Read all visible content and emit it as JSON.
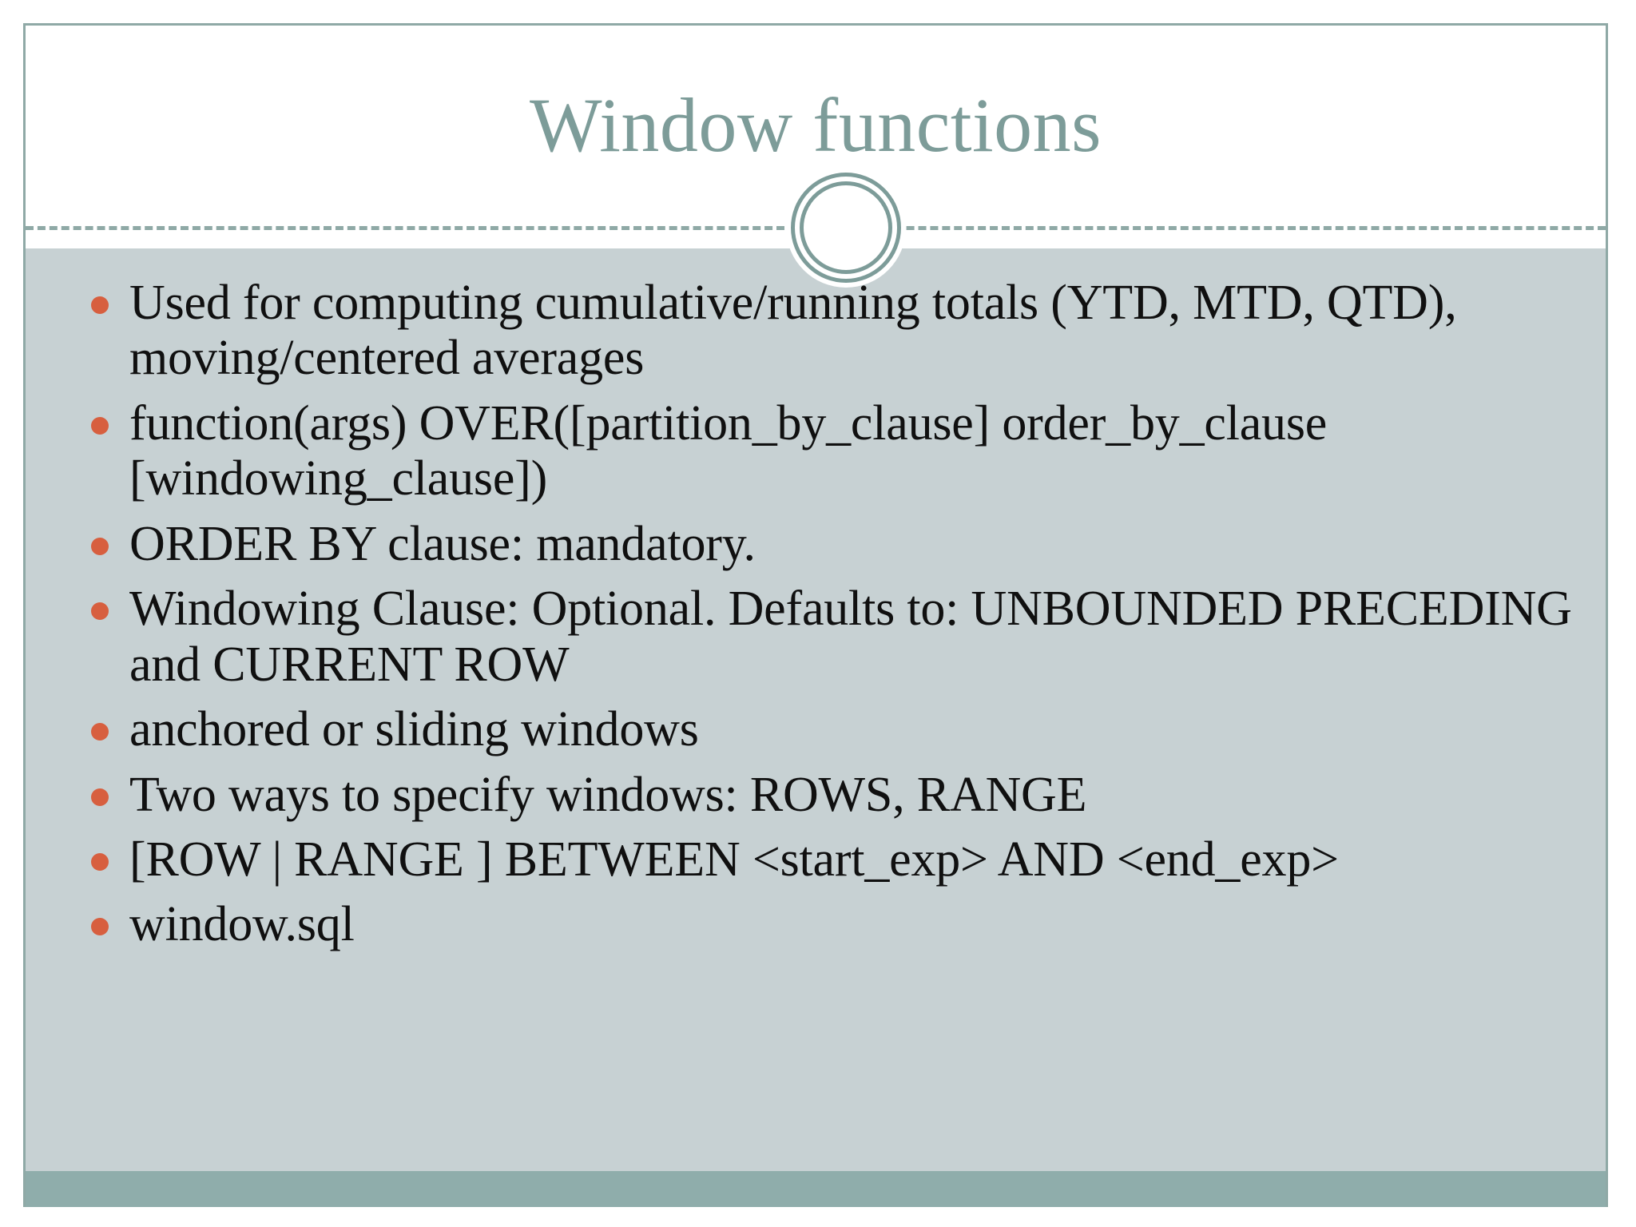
{
  "slide": {
    "title": "Window functions",
    "colors": {
      "title_text": "#7d9c99",
      "frame_border": "#8fa9a6",
      "divider": "#8fa9a6",
      "ornament_ring": "#7d9c99",
      "content_background": "#c7d1d3",
      "bullet_marker": "#d75f3f",
      "body_text": "#101010",
      "footer_bar": "#8fadab",
      "slide_background": "#ffffff"
    },
    "ornament": {
      "name": "double-ring-circle"
    },
    "bullets": [
      "Used for computing cumulative/running totals (YTD, MTD, QTD), moving/centered averages",
      "function(args) OVER([partition_by_clause] order_by_clause [windowing_clause])",
      "ORDER BY clause: mandatory.",
      "Windowing Clause: Optional. Defaults to: UNBOUNDED PRECEDING and CURRENT ROW",
      "anchored or sliding windows",
      "Two ways to specify windows: ROWS, RANGE",
      "[ROW | RANGE ] BETWEEN <start_exp> AND <end_exp>",
      "window.sql"
    ]
  }
}
